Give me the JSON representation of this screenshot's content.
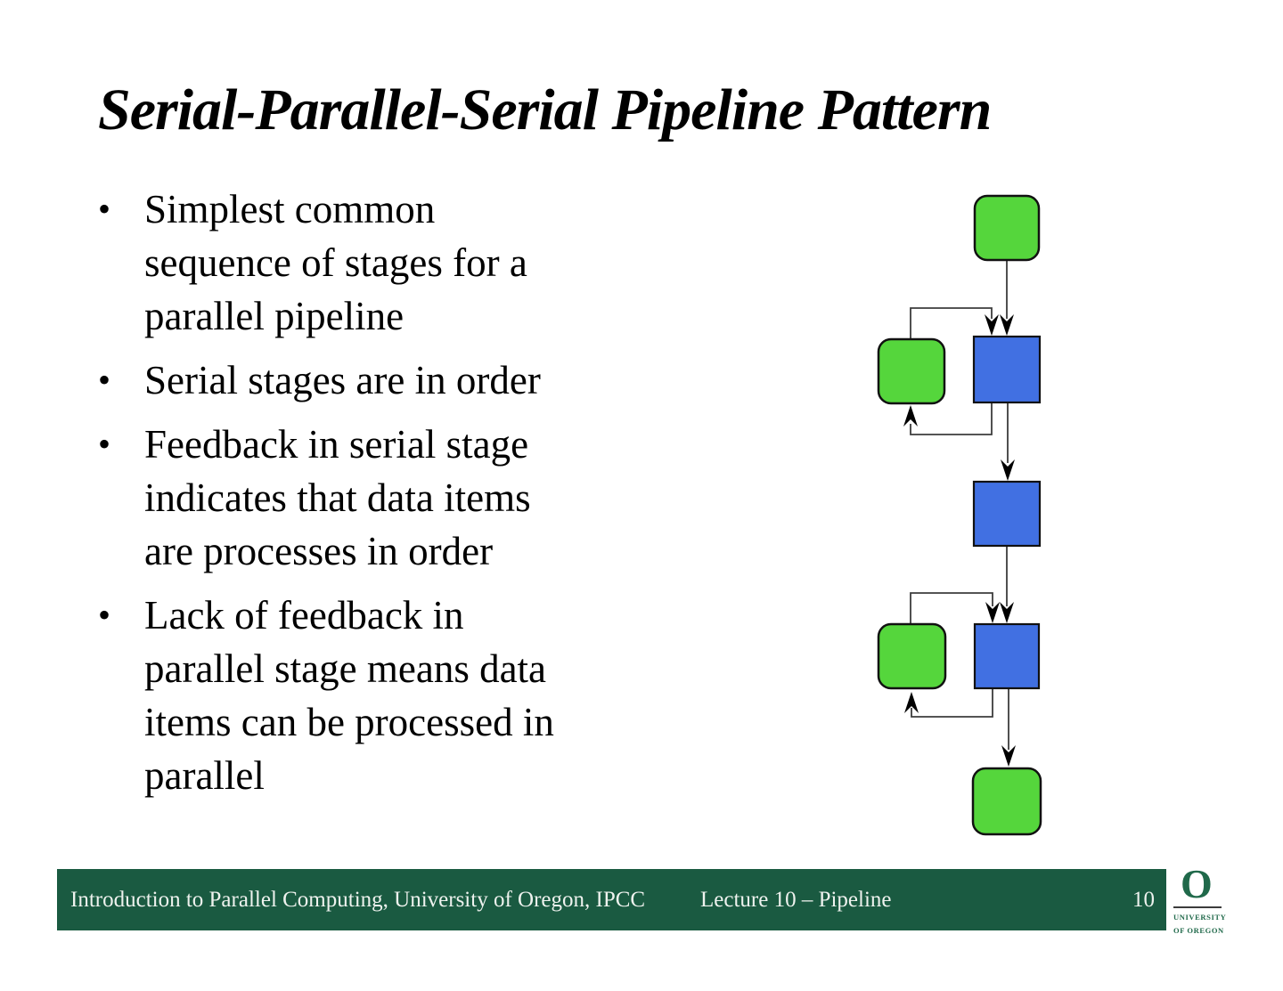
{
  "title": "Serial-Parallel-Serial Pipeline Pattern",
  "bullets": {
    "marker": "•",
    "items": [
      "Simplest common\nsequence of stages for a\nparallel pipeline",
      "Serial stages are in order",
      "Feedback in serial stage\nindicates that data items\nare processes in order",
      "Lack of feedback in\nparallel stage means data\nitems can be processed in\nparallel"
    ]
  },
  "diagram": {
    "type": "flow",
    "nodes": [
      {
        "id": "serial-in",
        "shape": "rounded-square",
        "color": "green",
        "feedback": false
      },
      {
        "id": "parallel-1",
        "shape": "square",
        "color": "blue",
        "feedback": true
      },
      {
        "id": "parallel-2",
        "shape": "square",
        "color": "blue",
        "feedback": false
      },
      {
        "id": "parallel-3",
        "shape": "square",
        "color": "blue",
        "feedback": true
      },
      {
        "id": "serial-out",
        "shape": "rounded-square",
        "color": "green",
        "feedback": false
      }
    ],
    "feedback_nodes": [
      {
        "id": "feedback-1",
        "shape": "rounded-square",
        "color": "green",
        "attached_to": "parallel-1"
      },
      {
        "id": "feedback-2",
        "shape": "rounded-square",
        "color": "green",
        "attached_to": "parallel-3"
      }
    ]
  },
  "footer": {
    "left": "Introduction to Parallel Computing, University of Oregon, IPCC",
    "center": "Lecture 10 – Pipeline",
    "page": "10"
  },
  "logo": {
    "letter": "O",
    "line1": "UNIVERSITY",
    "line2": "OF OREGON"
  },
  "colors": {
    "background": "#ffffff",
    "text": "#000000",
    "box-green": "#55d63c",
    "box-blue": "#4170e2",
    "box-stroke": "#111111",
    "line": "#3d3d3d",
    "footer-green": "#1a5a41",
    "footer-text": "#eef2ee",
    "logo-green": "#20694a"
  }
}
